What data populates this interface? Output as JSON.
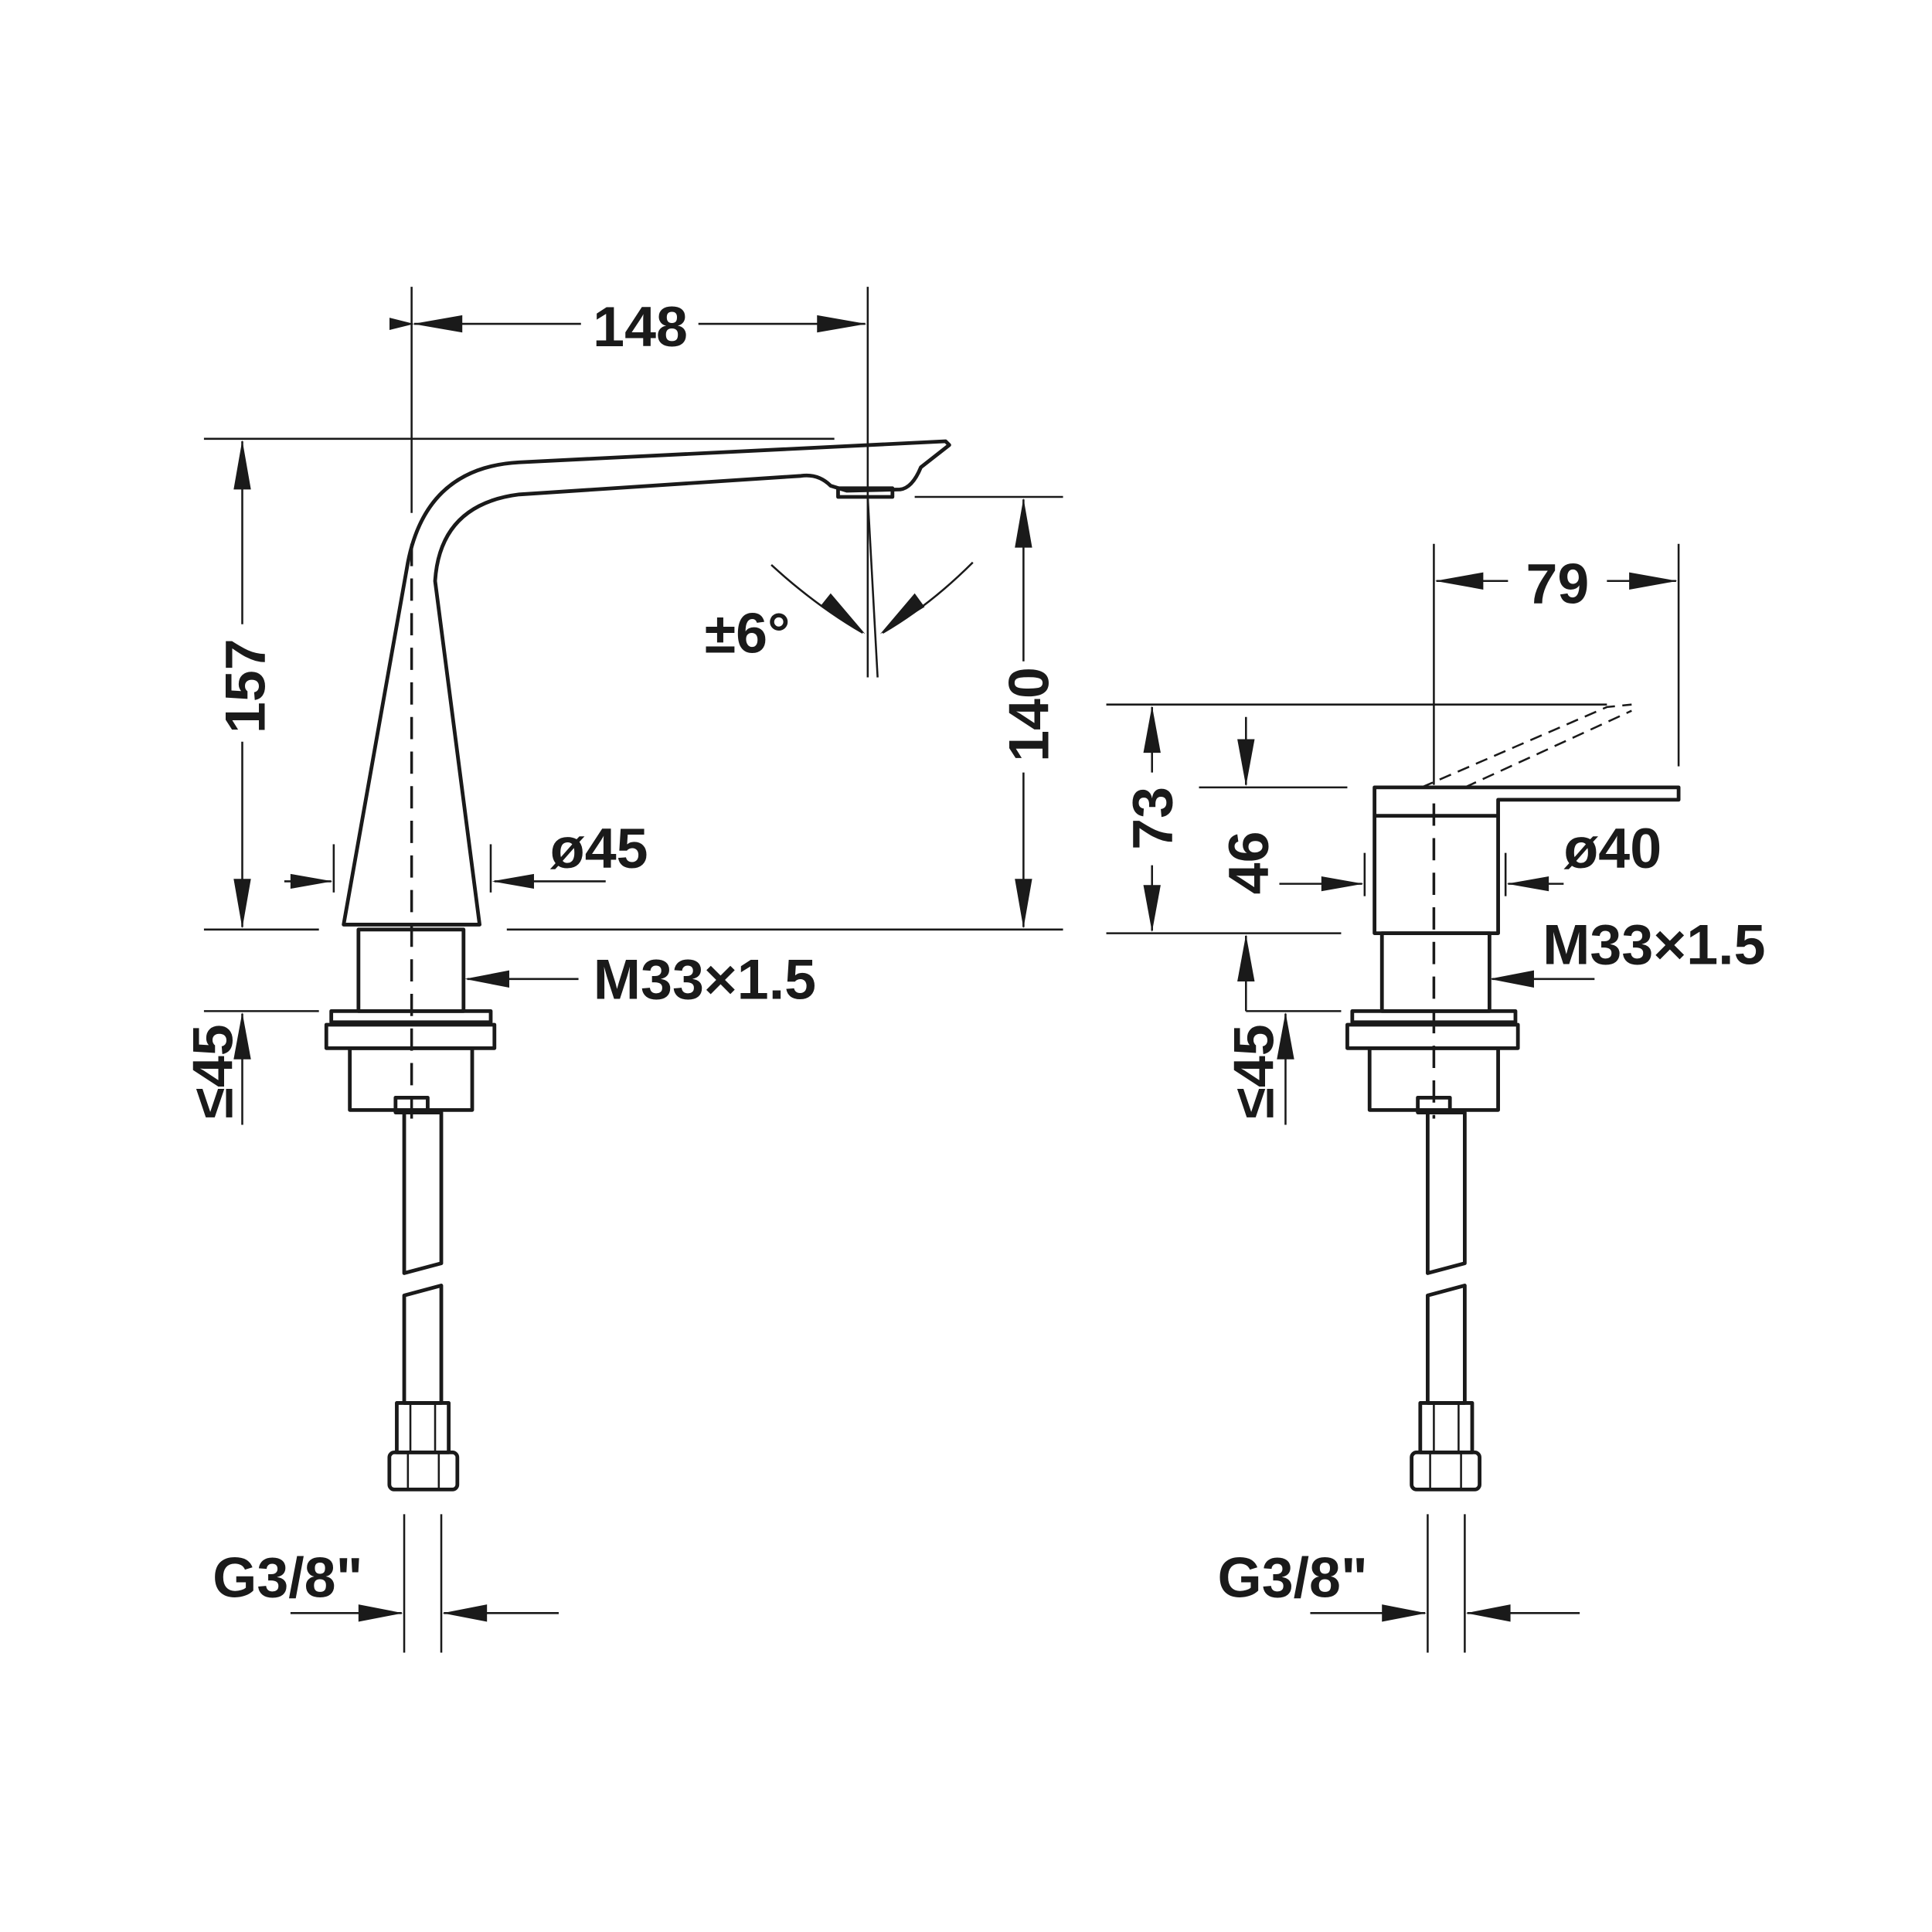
{
  "left_view": {
    "width_label": "148",
    "height_label": "157",
    "outlet_height_label": "140",
    "angle_label": "±6°",
    "diameter_label": "ø45",
    "thread_label": "M33×1.5",
    "max_deck_label": "≤45",
    "connection_label": "G3/8\""
  },
  "right_view": {
    "width_label": "79",
    "height_label": "73",
    "body_height_label": "46",
    "diameter_label": "ø40",
    "thread_label": "M33×1.5",
    "max_deck_label": "≤45",
    "connection_label": "G3/8\""
  },
  "colors": {
    "line": "#1a1a1a",
    "background": "#ffffff"
  }
}
